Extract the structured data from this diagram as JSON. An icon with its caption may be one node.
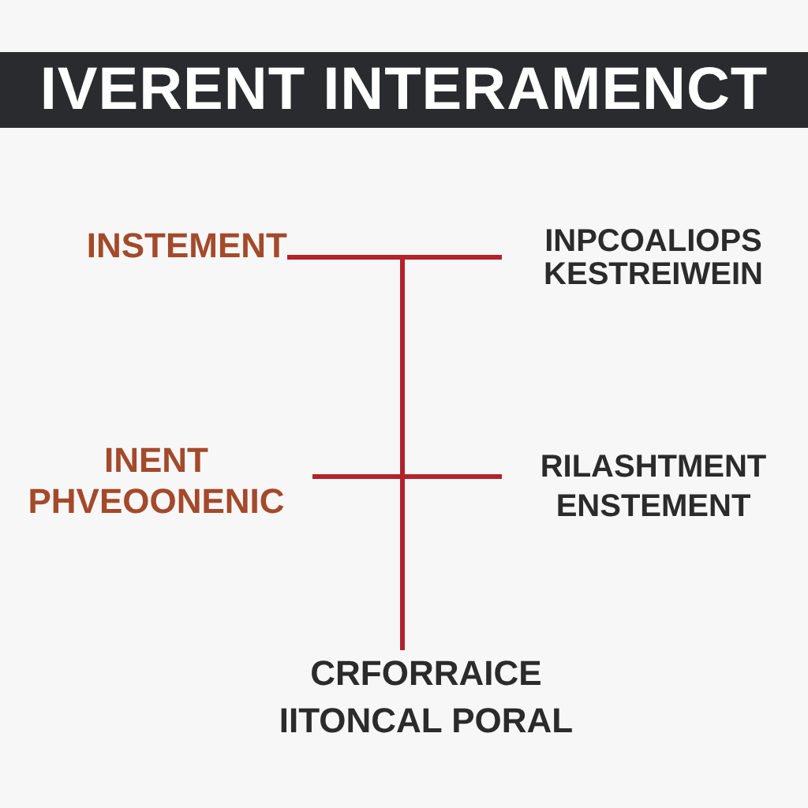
{
  "diagram": {
    "title": "IVERENT INTERAMENCT",
    "nodes": [
      {
        "text": [
          "INSTEMENT"
        ]
      },
      {
        "text": [
          "INPCOALIOPS KESTREIWEIN"
        ]
      },
      {
        "text": [
          "INENT PHVEOONENIC"
        ]
      },
      {
        "text": [
          "RILASHTMENT ENSTEMENT"
        ]
      },
      {
        "text": [
          "CRFORRAICE IITONCAL PORAL"
        ]
      }
    ],
    "edges": [
      {
        "from": 0,
        "to": 1,
        "arrow": "none"
      },
      {
        "from": 0,
        "to": 4,
        "arrow": "none"
      },
      {
        "from": 1,
        "to": 4,
        "arrow": "none"
      },
      {
        "from": 2,
        "to": 3,
        "arrow": "none"
      }
    ]
  }
}
